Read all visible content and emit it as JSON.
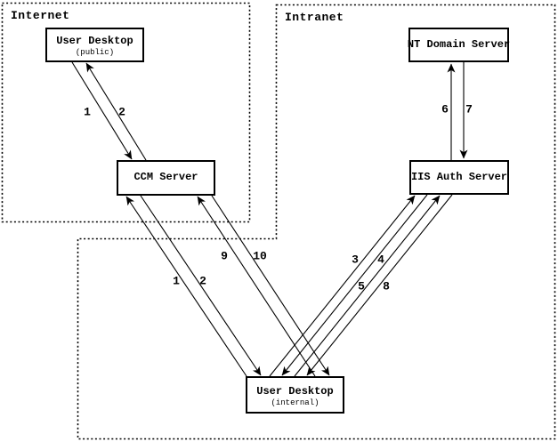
{
  "regions": {
    "internet": {
      "label": "Internet"
    },
    "intranet": {
      "label": "Intranet"
    }
  },
  "nodes": {
    "user_desktop_public": {
      "title": "User Desktop",
      "subtitle": "(public)"
    },
    "ccm_server": {
      "title": "CCM Server"
    },
    "nt_domain_server": {
      "title": "NT Domain Server"
    },
    "iis_auth_server": {
      "title": "IIS Auth Server"
    },
    "user_desktop_internal": {
      "title": "User Desktop",
      "subtitle": "(internal)"
    }
  },
  "flows": [
    {
      "label": "1",
      "from": "user-desktop-public",
      "to": "ccm-server"
    },
    {
      "label": "2",
      "from": "ccm-server",
      "to": "user-desktop-public"
    },
    {
      "label": "1",
      "from": "user-desktop-internal",
      "to": "ccm-server"
    },
    {
      "label": "2",
      "from": "ccm-server",
      "to": "user-desktop-internal"
    },
    {
      "label": "9",
      "from": "user-desktop-internal",
      "to": "ccm-server"
    },
    {
      "label": "10",
      "from": "ccm-server",
      "to": "user-desktop-internal"
    },
    {
      "label": "3",
      "from": "user-desktop-internal",
      "to": "iis-auth-server"
    },
    {
      "label": "4",
      "from": "iis-auth-server",
      "to": "user-desktop-internal"
    },
    {
      "label": "5",
      "from": "user-desktop-internal",
      "to": "iis-auth-server"
    },
    {
      "label": "8",
      "from": "iis-auth-server",
      "to": "user-desktop-internal"
    },
    {
      "label": "6",
      "from": "iis-auth-server",
      "to": "nt-domain-server"
    },
    {
      "label": "7",
      "from": "nt-domain-server",
      "to": "iis-auth-server"
    }
  ],
  "colors": {
    "line": "#000000",
    "background": "#ffffff",
    "text": "#000000"
  }
}
